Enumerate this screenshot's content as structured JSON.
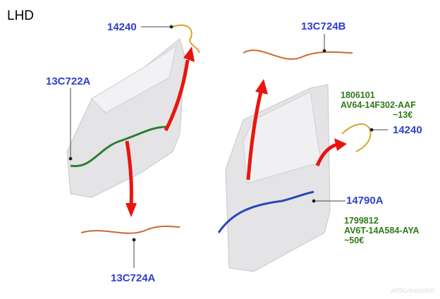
{
  "title": "LHD",
  "labels": {
    "front_upper": "14240",
    "front_main": "13C722A",
    "front_lower": "13C724A",
    "rear_upper": "13C724B",
    "rear_small": "14240",
    "rear_main": "14790A"
  },
  "parts": {
    "p1": {
      "number": "1806101",
      "code": "AV64-14F302-AAF",
      "price": "~13€"
    },
    "p2": {
      "number": "1799812",
      "code": "AV6T-14A584-AYA",
      "price": "~50€"
    }
  },
  "watermark": "jetScreenshot",
  "colors": {
    "label": "#2e3fcf",
    "part": "#2f7a16",
    "arrow": "#e8150f"
  }
}
